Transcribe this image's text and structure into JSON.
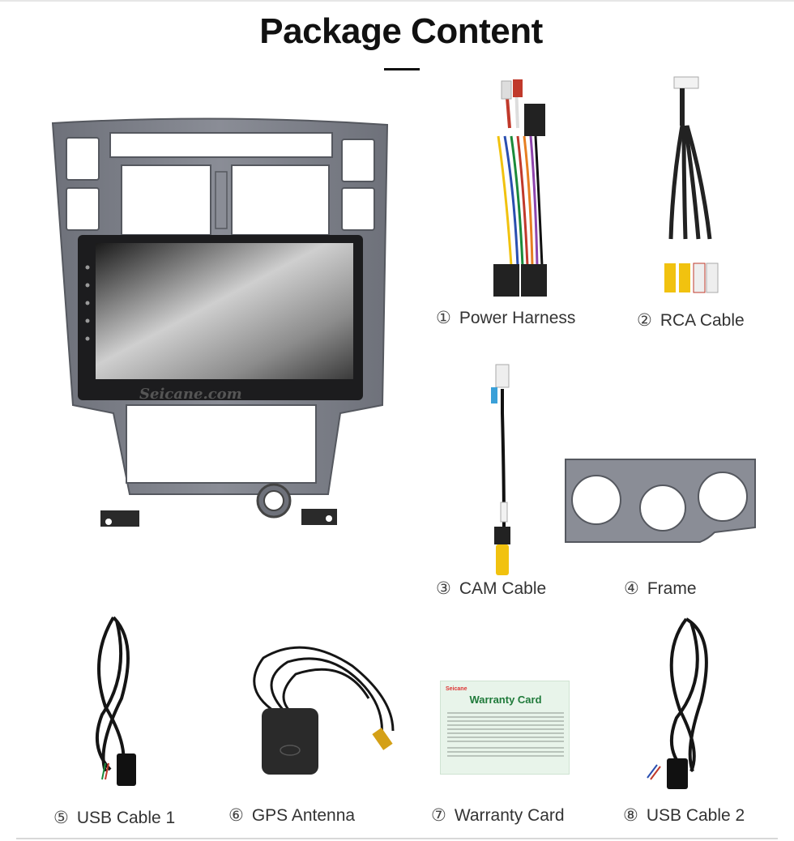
{
  "page": {
    "title": "Package Content"
  },
  "headunit": {
    "watermark": "Seicane.com"
  },
  "items": [
    {
      "num": "①",
      "label": "Power Harness"
    },
    {
      "num": "②",
      "label": "RCA Cable"
    },
    {
      "num": "③",
      "label": "CAM Cable"
    },
    {
      "num": "④",
      "label": "Frame"
    },
    {
      "num": "⑤",
      "label": "USB Cable 1"
    },
    {
      "num": "⑥",
      "label": "GPS Antenna"
    },
    {
      "num": "⑦",
      "label": "Warranty Card"
    },
    {
      "num": "⑧",
      "label": "USB Cable 2"
    }
  ],
  "warranty_card": {
    "brand": "Seicane",
    "title": "Warranty Card"
  },
  "colors": {
    "frame_gray": "#7c7f88",
    "screen_dark": "#1c1c1e",
    "cable_black": "#151515",
    "rca_yellow": "#f1c20f",
    "card_green": "#1f7a3a"
  }
}
